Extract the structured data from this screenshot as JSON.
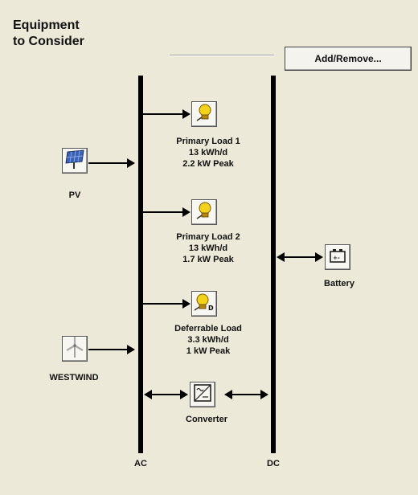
{
  "header": {
    "title_line1": "Equipment",
    "title_line2": "to Consider",
    "add_remove_label": "Add/Remove..."
  },
  "buses": {
    "ac_label": "AC",
    "dc_label": "DC"
  },
  "components": {
    "pv": {
      "label": "PV",
      "icon": "solar-panel-icon"
    },
    "westwind": {
      "label": "WESTWIND",
      "icon": "wind-turbine-icon"
    },
    "battery": {
      "label": "Battery",
      "icon": "battery-icon"
    },
    "converter": {
      "label": "Converter",
      "icon": "converter-icon"
    },
    "primary_load_1": {
      "name": "Primary Load 1",
      "energy": "13 kWh/d",
      "peak": "2.2 kW Peak",
      "icon": "light-bulb-icon"
    },
    "primary_load_2": {
      "name": "Primary Load 2",
      "energy": "13 kWh/d",
      "peak": "1.7 kW Peak",
      "icon": "light-bulb-icon"
    },
    "deferrable_load": {
      "name": "Deferrable Load",
      "energy": "3.3 kWh/d",
      "peak": "1 kW Peak",
      "icon": "deferrable-bulb-icon"
    }
  },
  "colors": {
    "background": "#ece9d8",
    "bus": "#000000",
    "solar_panel": "#3a63b8",
    "bulb": "#f3d21a"
  }
}
